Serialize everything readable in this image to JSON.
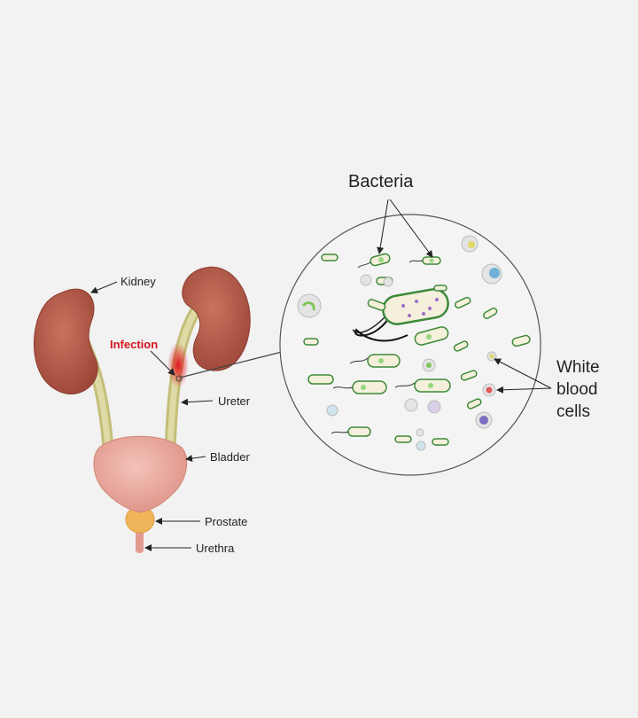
{
  "labels": {
    "kidney": "Kidney",
    "infection": "Infection",
    "ureter": "Ureter",
    "bladder": "Bladder",
    "prostate": "Prostate",
    "urethra": "Urethra",
    "bacteria": "Bacteria",
    "white_blood_cells_1": "White",
    "white_blood_cells_2": "blood",
    "white_blood_cells_3": "cells"
  },
  "colors": {
    "background": "#f2f2f2",
    "kidney": "#b5584a",
    "ureter": "#d8d49b",
    "bladder": "#e8a39a",
    "prostate": "#f0b45a",
    "urethra": "#e39a8f",
    "infection": "#d6141c",
    "bacteria_outline": "#3d8a3a",
    "bacteria_fill": "#f5f0dc"
  }
}
